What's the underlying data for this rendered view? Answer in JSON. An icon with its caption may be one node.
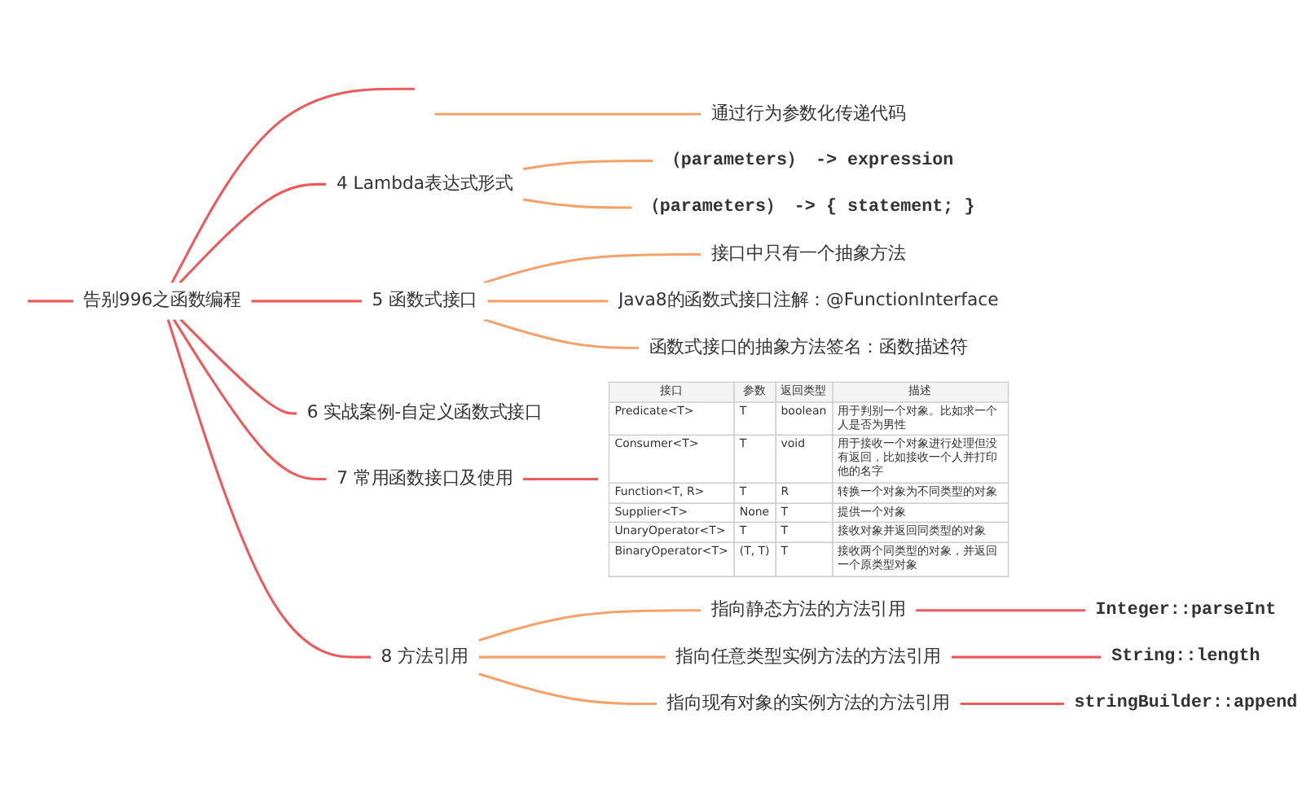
{
  "diagram": {
    "nodes": [
      {
        "text": [
          "告别996之函数编程"
        ]
      },
      {
        "text": [
          "通过行为参数化传递代码"
        ]
      },
      {
        "text": [
          "4 Lambda表达式形式"
        ]
      },
      {
        "text": [
          "（parameters） -> expression"
        ]
      },
      {
        "text": [
          "（parameters） -> { statement; }"
        ]
      },
      {
        "text": [
          "5 函数式接口"
        ]
      },
      {
        "text": [
          "接口中只有一个抽象方法"
        ]
      },
      {
        "text": [
          "Java8的函数式接口注解：@FunctionInterface"
        ]
      },
      {
        "text": [
          "函数式接口的抽象方法签名：函数描述符"
        ]
      },
      {
        "text": [
          "6 实战案例-自定义函数式接口"
        ]
      },
      {
        "text": [
          "7 常用函数接口及使用"
        ]
      },
      {
        "text": [
          "接口",
          "参数",
          "返回类型",
          "描述",
          "Predicate<T>",
          "T",
          "boolean",
          "用于判别一个对象。比如求一个人是否为男性",
          "Consumer<T>",
          "T",
          "void",
          "用于接收一个对象进行处理但没有返回，比如接收一个人并打印他的名字",
          "Function<T, R>",
          "T",
          "R",
          "转换一个对象为不同类型的对象",
          "Supplier<T>",
          "None",
          "T",
          "提供一个对象",
          "UnaryOperator<T>",
          "T",
          "T",
          "接收对象并返回同类型的对象",
          "BinaryOperator<T>",
          "(T, T)",
          "T",
          "接收两个同类型的对象，并返回一个原类型对象"
        ]
      },
      {
        "text": [
          "8 方法引用"
        ]
      },
      {
        "text": [
          "指向静态方法的方法引用"
        ]
      },
      {
        "text": [
          "Integer::parseInt"
        ]
      },
      {
        "text": [
          "指向任意类型实例方法的方法引用"
        ]
      },
      {
        "text": [
          "String::length"
        ]
      },
      {
        "text": [
          "指向现有对象的实例方法的方法引用"
        ]
      },
      {
        "text": [
          "stringBuilder::append"
        ]
      }
    ],
    "edges": [
      {
        "from": null,
        "to": 0,
        "arrow": "none"
      },
      {
        "from": 0,
        "to": null,
        "arrow": "none"
      },
      {
        "from": null,
        "to": 1,
        "arrow": "none",
        "color": "#f4a26b"
      },
      {
        "from": 0,
        "to": 2,
        "arrow": "none"
      },
      {
        "from": 2,
        "to": 3,
        "arrow": "none",
        "color": "#f4a26b"
      },
      {
        "from": 2,
        "to": 4,
        "arrow": "none",
        "color": "#f4a26b"
      },
      {
        "from": 0,
        "to": 5,
        "arrow": "none"
      },
      {
        "from": 5,
        "to": 6,
        "arrow": "none",
        "color": "#f4a26b"
      },
      {
        "from": 5,
        "to": 7,
        "arrow": "none",
        "color": "#f4a26b"
      },
      {
        "from": 5,
        "to": 8,
        "arrow": "none",
        "color": "#f4a26b"
      },
      {
        "from": 0,
        "to": 9,
        "arrow": "none"
      },
      {
        "from": 0,
        "to": 10,
        "arrow": "none"
      },
      {
        "from": 10,
        "to": 11,
        "arrow": "none"
      },
      {
        "from": 0,
        "to": 12,
        "arrow": "none"
      },
      {
        "from": 12,
        "to": 13,
        "arrow": "none",
        "color": "#f4a26b"
      },
      {
        "from": 12,
        "to": 15,
        "arrow": "none",
        "color": "#f4a26b"
      },
      {
        "from": 12,
        "to": 17,
        "arrow": "none",
        "color": "#f4a26b"
      },
      {
        "from": 13,
        "to": 14,
        "arrow": "none"
      },
      {
        "from": 15,
        "to": 16,
        "arrow": "none"
      },
      {
        "from": 17,
        "to": 18,
        "arrow": "none"
      }
    ]
  }
}
